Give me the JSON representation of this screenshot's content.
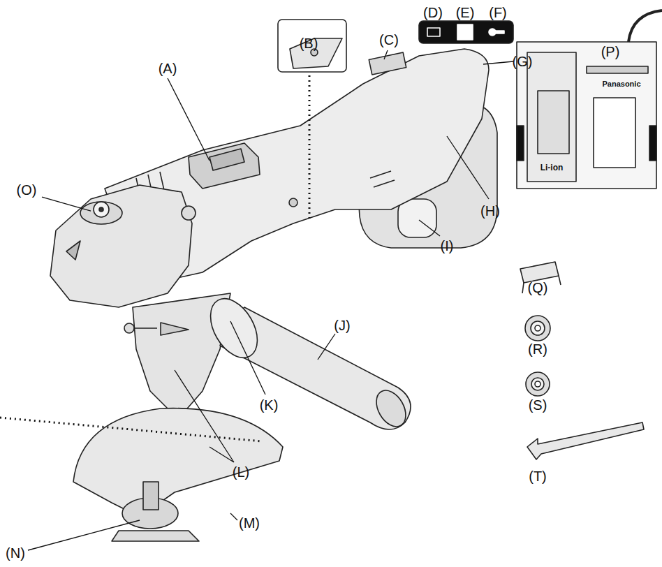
{
  "diagram": {
    "labels": [
      "(A)",
      "(B)",
      "(C)",
      "(D)",
      "(E)",
      "(F)",
      "(G)",
      "(O)",
      "(H)",
      "(I)",
      "(J)",
      "(K)",
      "(L)",
      "(M)",
      "(N)",
      "(P)",
      "Panasonic",
      "Li-ion",
      "(Q)",
      "(R)",
      "(S)",
      "(T)"
    ]
  }
}
